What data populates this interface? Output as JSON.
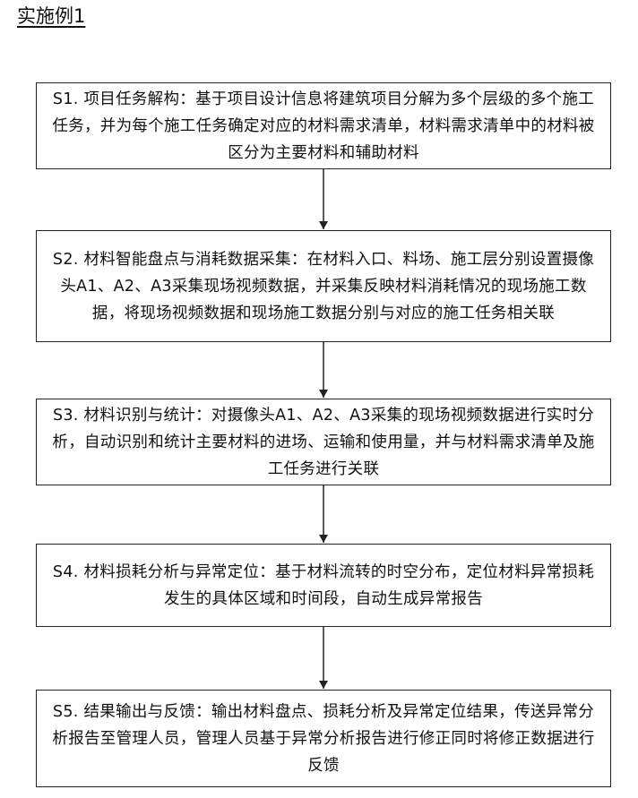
{
  "heading": "实施例1",
  "steps": [
    {
      "text": "S1. 项目任务解构：基于项目设计信息将建筑项目分解为多个层级的多个施工任务，并为每个施工任务确定对应的材料需求清单，材料需求清单中的材料被区分为主要材料和辅助材料"
    },
    {
      "text": "S2. 材料智能盘点与消耗数据采集：在材料入口、料场、施工层分别设置摄像头A1、A2、A3采集现场视频数据，并采集反映材料消耗情况的现场施工数据，将现场视频数据和现场施工数据分别与对应的施工任务相关联"
    },
    {
      "text": "S3. 材料识别与统计：对摄像头A1、A2、A3采集的现场视频数据进行实时分析，自动识别和统计主要材料的进场、运输和使用量，并与材料需求清单及施工任务进行关联"
    },
    {
      "text": "S4. 材料损耗分析与异常定位：基于材料流转的时空分布，定位材料异常损耗发生的具体区域和时间段，自动生成异常报告"
    },
    {
      "text": "S5. 结果输出与反馈：输出材料盘点、损耗分析及异常定位结果，传送异常分析报告至管理人员，管理人员基于异常分析报告进行修正同时将修正数据进行反馈"
    }
  ]
}
